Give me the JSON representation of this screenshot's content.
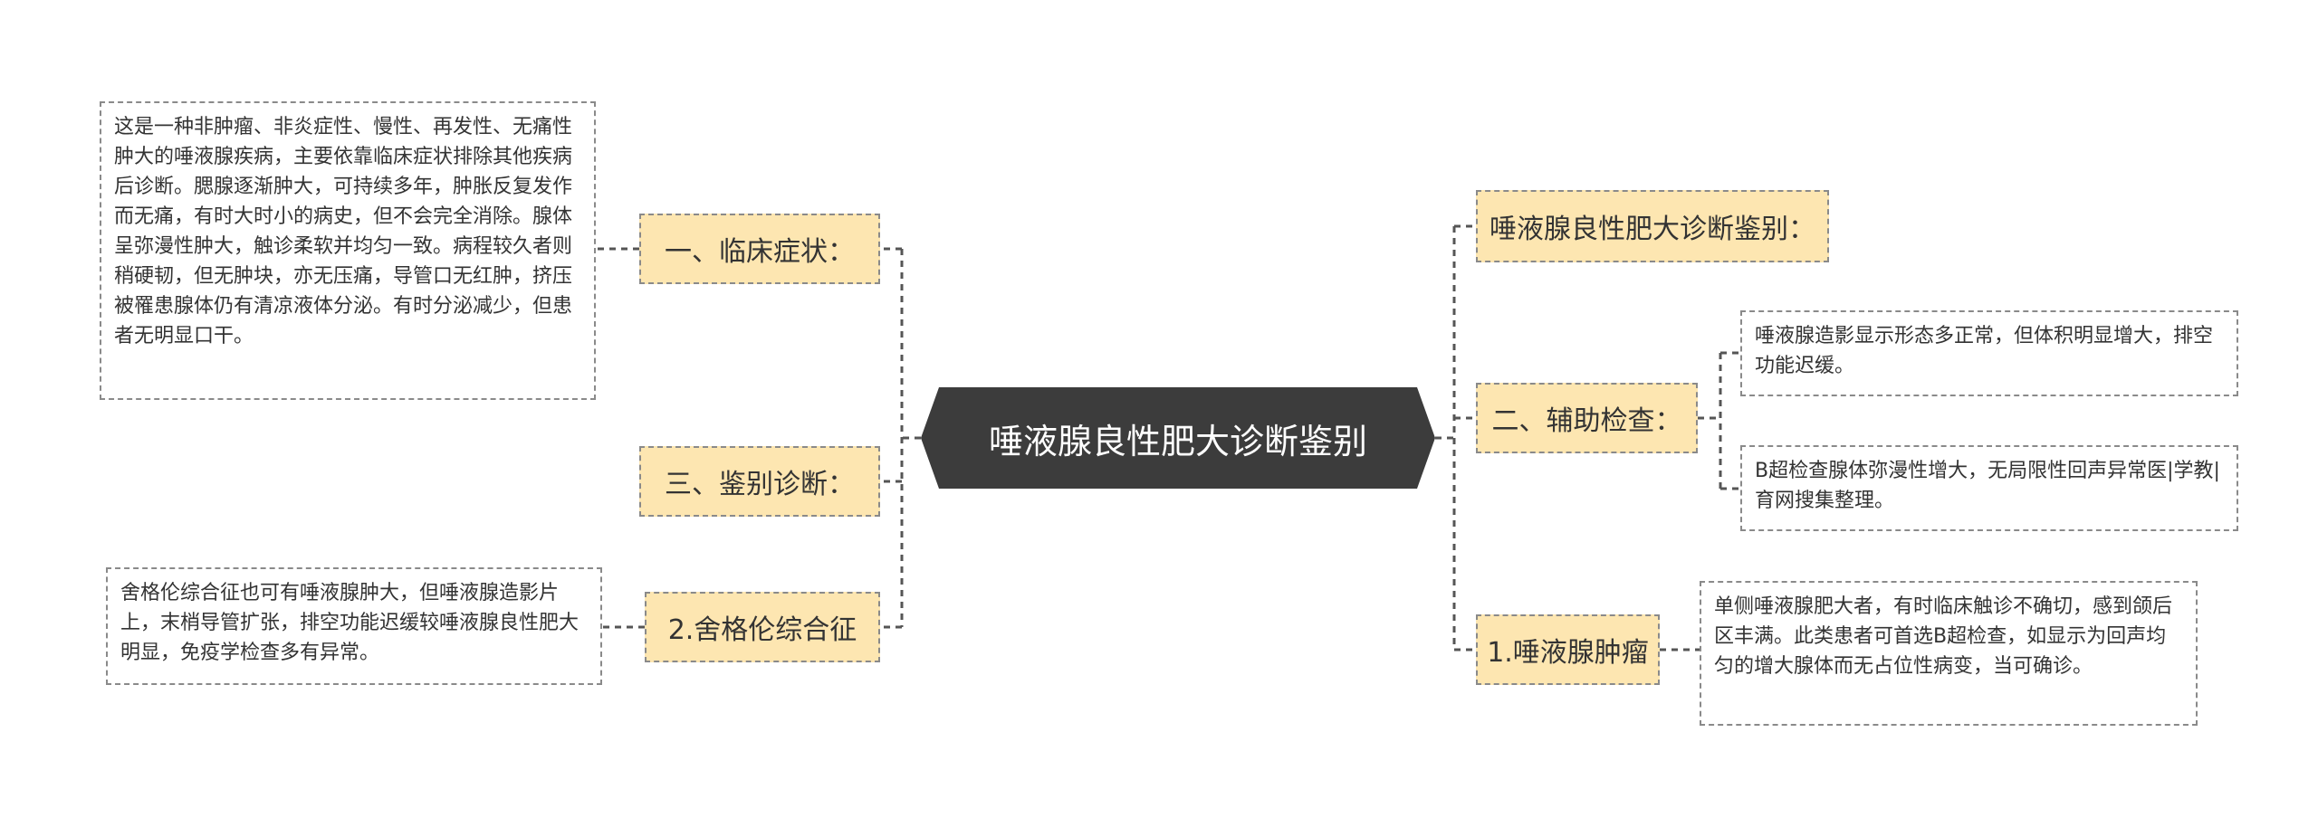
{
  "title": "唾液腺良性肥大诊断鉴别",
  "colors": {
    "center_fill": "#3c3c3c",
    "branch_fill": "#fde6b1",
    "border": "#8a8a8a",
    "text": "#333333",
    "line": "#555555"
  },
  "left": {
    "clinical": {
      "label": "一、临床症状：",
      "text": "这是一种非肿瘤、非炎症性、慢性、再发性、无痛性肿大的唾液腺疾病，主要依靠临床症状排除其他疾病后诊断。腮腺逐渐肿大，可持续多年，肿胀反复发作而无痛，有时大时小的病史，但不会完全消除。腺体呈弥漫性肿大，触诊柔软并均匀一致。病程较久者则稍硬韧，但无肿块，亦无压痛，导管口无红肿，挤压被罹患腺体仍有清凉液体分泌。有时分泌减少，但患者无明显口干。"
    },
    "differential": {
      "label": "三、鉴别诊断："
    },
    "sjogren": {
      "label": "2.舍格伦综合征",
      "text": "舍格伦综合征也可有唾液腺肿大，但唾液腺造影片上，末梢导管扩张，排空功能迟缓较唾液腺良性肥大明显，免疫学检查多有异常。"
    }
  },
  "right": {
    "diagnosis": {
      "label": "唾液腺良性肥大诊断鉴别："
    },
    "auxiliary": {
      "label": "二、辅助检查：",
      "items": [
        "唾液腺造影显示形态多正常，但体积明显增大，排空功能迟缓。",
        "B超检查腺体弥漫性增大，无局限性回声异常医|学教|育网搜集整理。"
      ]
    },
    "tumor": {
      "label": "1.唾液腺肿瘤",
      "text": "单侧唾液腺肥大者，有时临床触诊不确切，感到颌后区丰满。此类患者可首选B超检查，如显示为回声均匀的增大腺体而无占位性病变，当可确诊。"
    }
  }
}
